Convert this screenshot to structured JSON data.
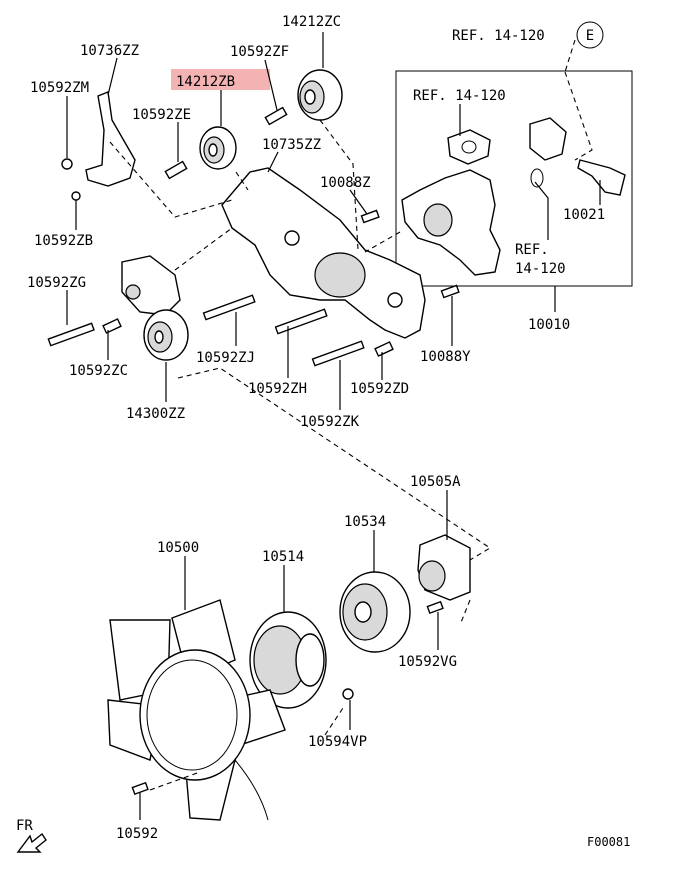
{
  "labels": {
    "p14212ZC": "14212ZC",
    "p10736ZZ": "10736ZZ",
    "p10592ZF": "10592ZF",
    "p10592ZM": "10592ZM",
    "p14212ZB": "14212ZB",
    "p10592ZE": "10592ZE",
    "p10735ZZ": "10735ZZ",
    "p10088Z": "10088Z",
    "p10592ZB": "10592ZB",
    "p10592ZG": "10592ZG",
    "p10592ZC": "10592ZC",
    "p14300ZZ": "14300ZZ",
    "p10592ZJ": "10592ZJ",
    "p10592ZH": "10592ZH",
    "p10592ZD": "10592ZD",
    "p10592ZK": "10592ZK",
    "p10088Y": "10088Y",
    "p10010": "10010",
    "p10021": "10021",
    "ref1": "REF. 14-120",
    "ref2": "REF. 14-120",
    "ref3a": "REF.",
    "ref3b": "14-120",
    "circleE": "E",
    "p10505A": "10505A",
    "p10534": "10534",
    "p10500": "10500",
    "p10514": "10514",
    "p10592VG": "10592VG",
    "p10594VP": "10594VP",
    "p10592": "10592",
    "fr": "FR",
    "code": "F00081"
  },
  "highlight_color": "#f4b3b3"
}
